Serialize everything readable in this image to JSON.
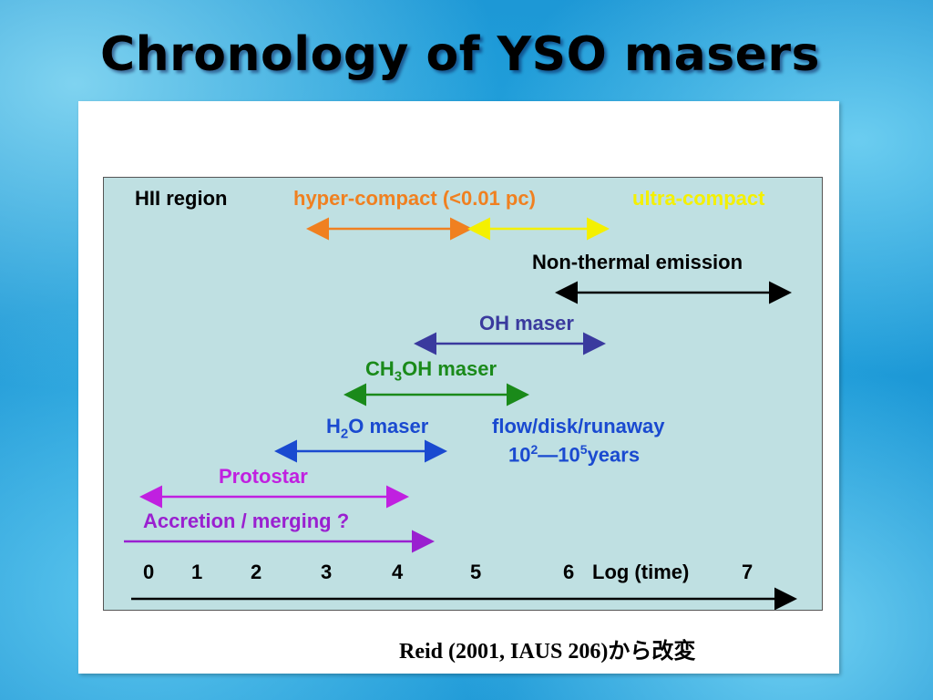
{
  "slide": {
    "title": "Chronology of YSO masers",
    "citation": "Reid (2001, IAUS 206)から改変"
  },
  "diagram": {
    "labels": {
      "hii_region": "HII region",
      "hyper_compact": "hyper-compact (<0.01 pc)",
      "ultra_compact": "ultra-compact",
      "non_thermal": "Non-thermal emission",
      "oh_maser": "OH maser",
      "ch3oh_prefix": "CH",
      "ch3oh_sub": "3",
      "ch3oh_suffix": "OH maser",
      "h2o_prefix": "H",
      "h2o_sub": "2",
      "h2o_suffix": "O maser",
      "flow": "flow/disk/runaway",
      "years_a": "10",
      "years_a_sup": "2",
      "years_dash": "—",
      "years_b": "10",
      "years_b_sup": "5",
      "years_suffix": "years",
      "protostar": "Protostar",
      "accretion": "Accretion / merging  ?",
      "log_time": "Log (time)"
    },
    "axis_ticks": [
      "0",
      "1",
      "2",
      "3",
      "4",
      "5",
      "6",
      "7"
    ],
    "colors": {
      "hyper_compact": "#f08020",
      "ultra_compact": "#f4f000",
      "non_thermal": "#000000",
      "oh_maser": "#3a3a9e",
      "ch3oh_maser": "#1a8a1a",
      "h2o_maser": "#1a4ad0",
      "protostar": "#c020e0",
      "accretion": "#9a20d0",
      "axis": "#000000"
    }
  }
}
